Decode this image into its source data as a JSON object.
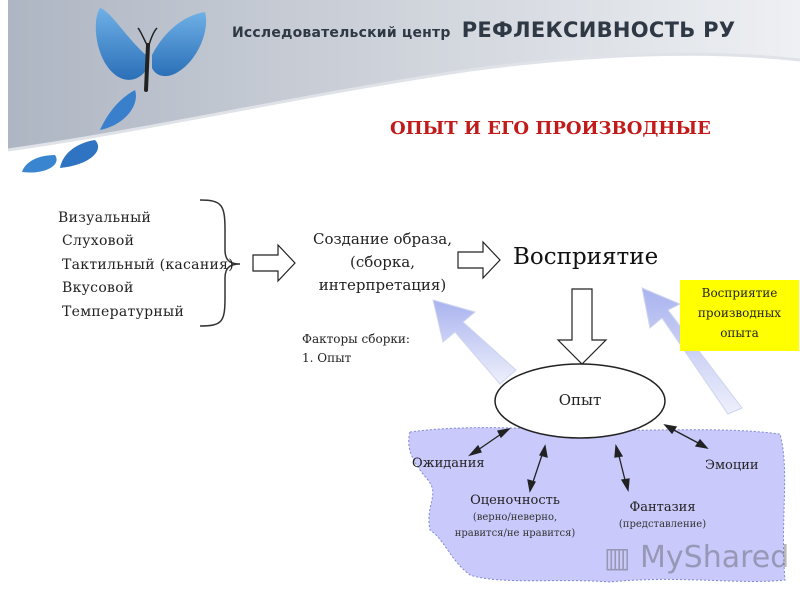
{
  "header": {
    "org_prefix": "Исследовательский центр",
    "org_name": "РЕФЛЕКСИВНОСТЬ РУ",
    "slide_title": "ОПЫТ И ЕГО ПРОИЗВОДНЫЕ"
  },
  "senses": [
    "Визуальный",
    "Слуховой",
    "Тактильный (касания)",
    "Вкусовой",
    "Температурный"
  ],
  "image_creation": {
    "line1": "Создание образа,",
    "line2": "(сборка,",
    "line3": "интерпретация)"
  },
  "perception": "Восприятие",
  "factors": {
    "title": "Факторы сборки:",
    "item1": "1. Опыт"
  },
  "derived_perception": {
    "line1": "Восприятие",
    "line2": "производных",
    "line3": "опыта"
  },
  "experience": "Опыт",
  "derivatives": {
    "expectations": "Ожидания",
    "emotions": "Эмоции",
    "evaluation": "Оценочность",
    "evaluation_note1": "(верно/неверно,",
    "evaluation_note2": "нравится/не нравится)",
    "fantasy": "Фантазия",
    "fantasy_note": "(представление)"
  },
  "watermark": "MyShared",
  "colors": {
    "title_red": "#c21a1a",
    "note_yellow": "#ffff00",
    "cloud_lavender": "#c9c9fb",
    "butterfly_blue": "#3f86cf"
  }
}
